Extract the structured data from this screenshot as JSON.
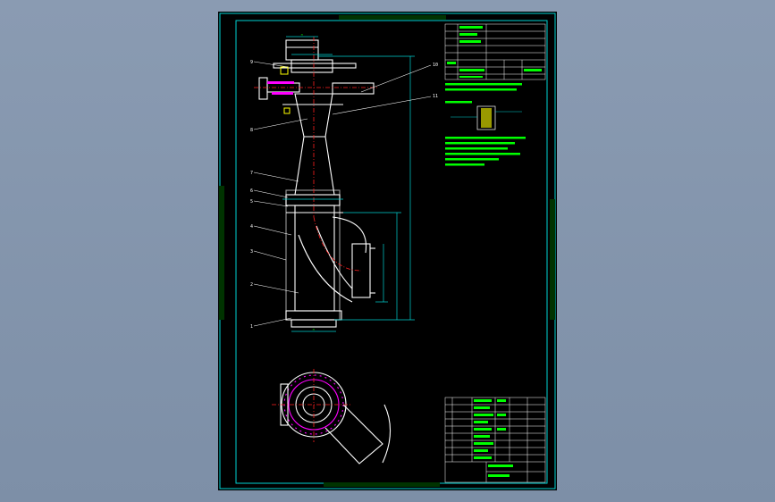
{
  "drawing": {
    "top_title": "",
    "bottom_title": "",
    "left_side_note": "",
    "right_side_note": "",
    "part_numbers": [
      "1",
      "2",
      "3",
      "4",
      "5",
      "6",
      "7",
      "8",
      "9",
      "10",
      "11"
    ],
    "dimension_center": "≈",
    "colors": {
      "background": "#000000",
      "outline": "#ffffff",
      "frame": "#00d2d2",
      "text": "#00ff00",
      "centerline": "#ff2020",
      "accent": "#ff00ff",
      "yellow": "#ffff00"
    }
  },
  "title_block": {
    "sheet_scale": "",
    "sheet_number": ""
  }
}
